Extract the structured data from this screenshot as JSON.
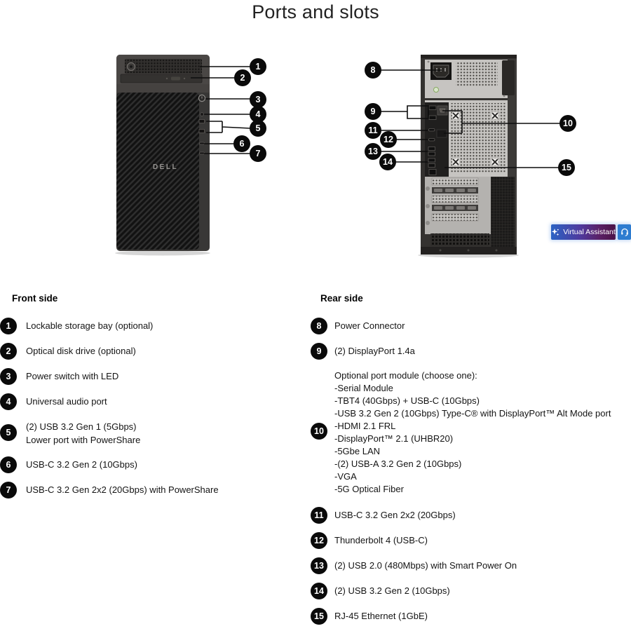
{
  "title": "Ports and slots",
  "diagram": {
    "front_logo": "DELL",
    "callout_style": {
      "bg": "#000000",
      "text": "#ffffff"
    },
    "virtual_assistant": {
      "label": "Virtual Assistant",
      "main_button_gradient": [
        "#2b63c4",
        "#4b1245"
      ],
      "headset_button_bg": "#2e7cd0",
      "icons": [
        "sparkle-icon",
        "headset-icon"
      ]
    }
  },
  "front_side": {
    "heading": "Front side",
    "items": [
      {
        "num": "1",
        "label": "Lockable storage bay (optional)"
      },
      {
        "num": "2",
        "label": "Optical disk drive (optional)"
      },
      {
        "num": "3",
        "label": "Power switch with LED"
      },
      {
        "num": "4",
        "label": "Universal audio port"
      },
      {
        "num": "5",
        "label": "(2) USB 3.2 Gen 1 (5Gbps)",
        "label2": "Lower port with PowerShare"
      },
      {
        "num": "6",
        "label": "USB-C 3.2 Gen 2 (10Gbps)"
      },
      {
        "num": "7",
        "label": "USB-C 3.2 Gen 2x2 (20Gbps) with PowerShare"
      }
    ]
  },
  "rear_side": {
    "heading": "Rear side",
    "items": [
      {
        "num": "8",
        "label": "Power Connector"
      },
      {
        "num": "9",
        "label": "(2) DisplayPort 1.4a"
      },
      {
        "num": "10",
        "lines": [
          "Optional port module (choose one):",
          "-Serial Module",
          "-TBT4 (40Gbps) + USB-C (10Gbps)",
          "-USB 3.2 Gen 2 (10Gbps) Type-C® with DisplayPort™ Alt Mode port",
          "-HDMI 2.1 FRL",
          "-DisplayPort™ 2.1 (UHBR20)",
          "-5Gbe LAN",
          "-(2) USB-A 3.2 Gen 2 (10Gbps)",
          "-VGA",
          "-5G Optical Fiber"
        ]
      },
      {
        "num": "11",
        "label": "USB-C 3.2 Gen 2x2 (20Gbps)"
      },
      {
        "num": "12",
        "label": "Thunderbolt 4 (USB-C)"
      },
      {
        "num": "13",
        "label": "(2) USB 2.0 (480Mbps) with Smart Power On"
      },
      {
        "num": "14",
        "label": "(2) USB 3.2 Gen 2 (10Gbps)"
      },
      {
        "num": "15",
        "label": "RJ-45 Ethernet (1GbE)"
      }
    ]
  }
}
